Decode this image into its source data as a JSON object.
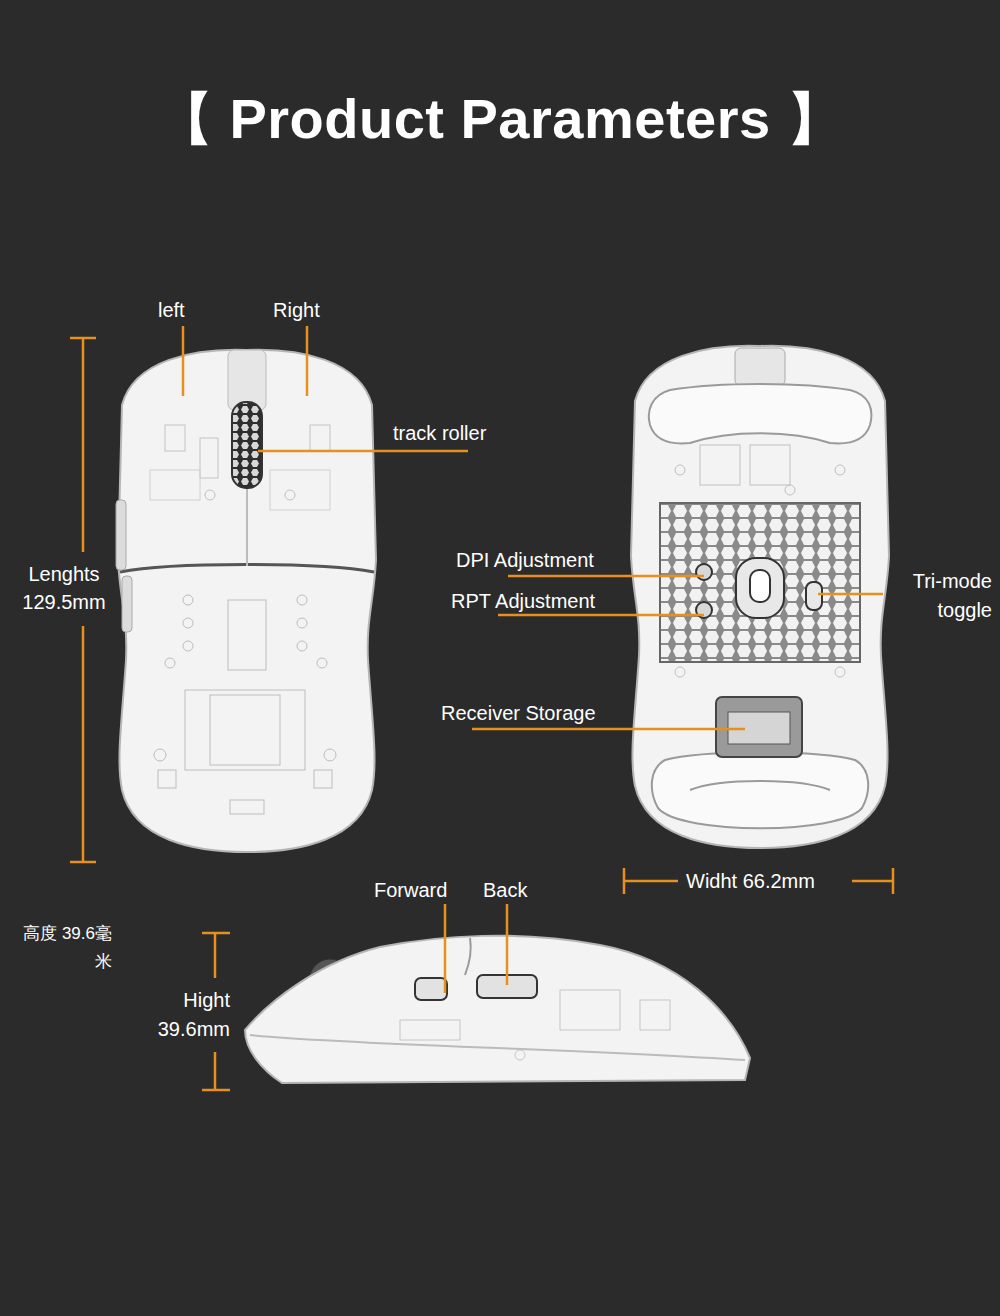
{
  "diagram": {
    "title": "【 Product Parameters 】",
    "labels": [
      "left",
      "Right",
      "track roller",
      "Lenghts 129.5mm",
      "DPI Adjustment",
      "RPT Adjustment",
      "Tri-mode toggle",
      "Receiver Storage",
      "Forward",
      "Back",
      "Widht 66.2mm",
      "高度 39.6毫米",
      "Hight 39.6mm"
    ]
  }
}
